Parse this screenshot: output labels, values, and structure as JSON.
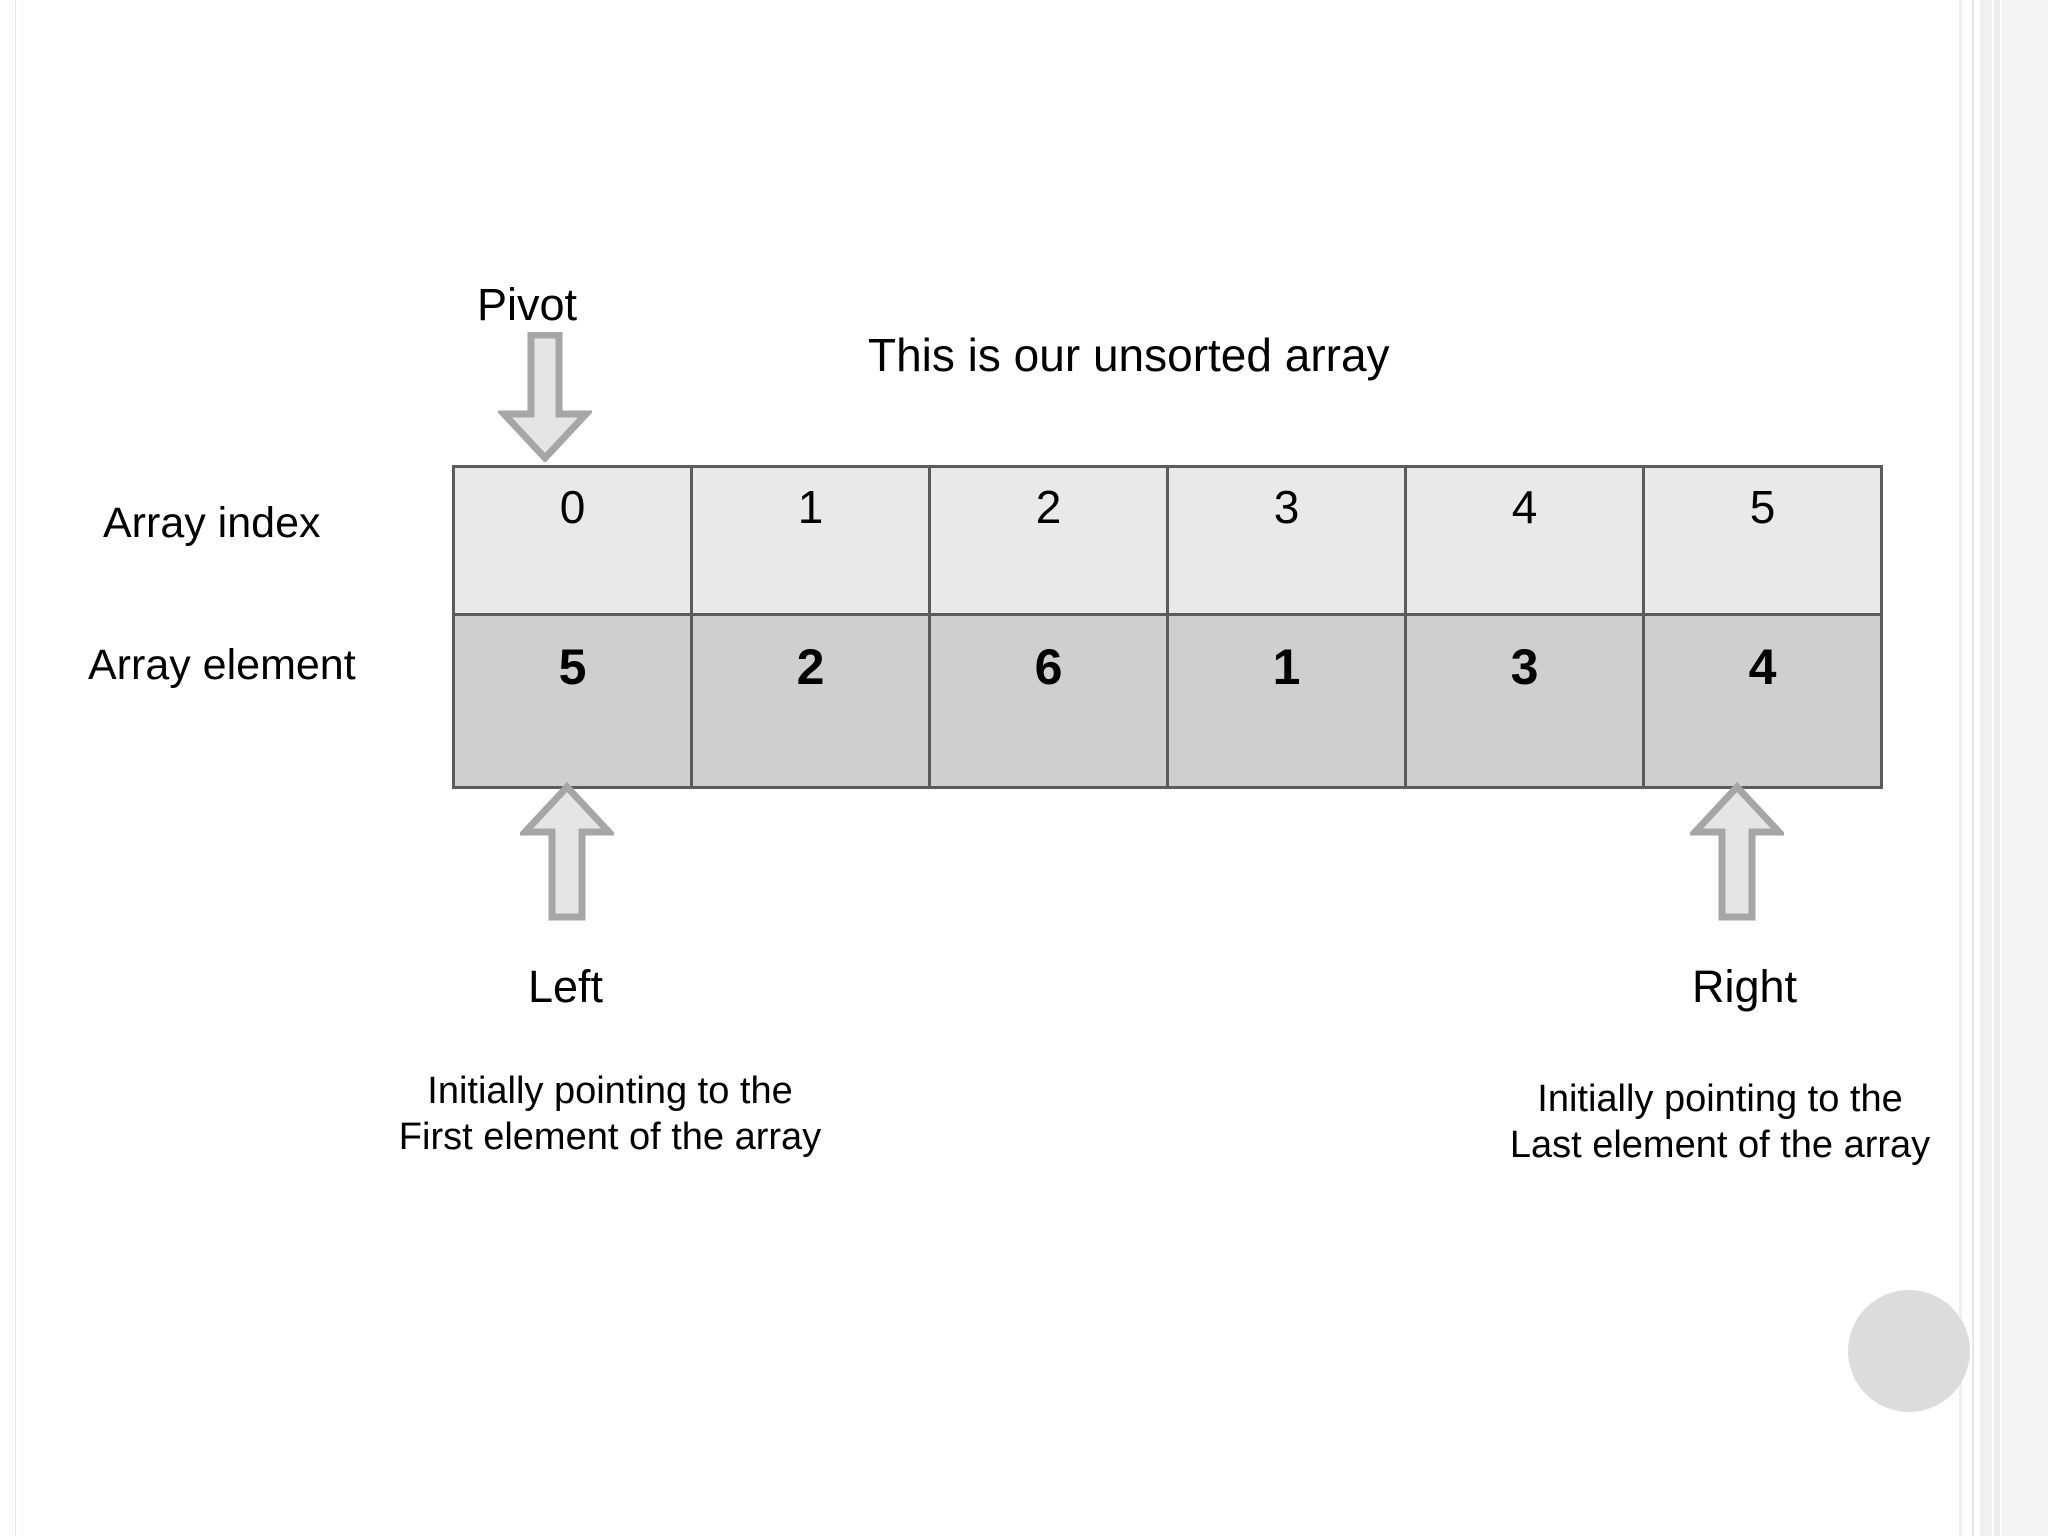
{
  "diagram": {
    "title": "This is our unsorted array",
    "pivot_label": "Pivot",
    "row_labels": {
      "index": "Array index",
      "element": "Array element"
    },
    "pointers": {
      "left": {
        "label": "Left",
        "note_line1": "Initially pointing to the",
        "note_line2": "First element of the array",
        "points_to_index": 0
      },
      "right": {
        "label": "Right",
        "note_line1": "Initially pointing to the",
        "note_line2": "Last element of the array",
        "points_to_index": 5
      }
    },
    "pivot": {
      "points_to_index": 0,
      "value": 5
    },
    "icons": {
      "pivot_arrow": "arrow-down-icon",
      "left_arrow": "arrow-up-icon",
      "right_arrow": "arrow-up-icon",
      "corner_circle": "circle-shape-icon"
    }
  },
  "chart_data": {
    "type": "table",
    "title": "This is our unsorted array",
    "row_headers": [
      "Array index",
      "Array element"
    ],
    "indices": [
      "0",
      "1",
      "2",
      "3",
      "4",
      "5"
    ],
    "elements": [
      "5",
      "2",
      "6",
      "1",
      "3",
      "4"
    ],
    "annotations": [
      {
        "text": "Pivot",
        "target_index": 0,
        "direction": "down"
      },
      {
        "text": "Left",
        "target_index": 0,
        "direction": "up"
      },
      {
        "text": "Right",
        "target_index": 5,
        "direction": "up"
      }
    ],
    "legend": [],
    "grid": true
  },
  "colors": {
    "index_row_fill": "#e9e9e9",
    "element_row_fill": "#cfcfcf",
    "cell_border": "#5b5b5b",
    "arrow_fill": "#e5e5e5",
    "arrow_stroke": "#a6a6a6",
    "text": "#000000",
    "circle_fill": "#dcdcdc",
    "background": "#ffffff"
  }
}
